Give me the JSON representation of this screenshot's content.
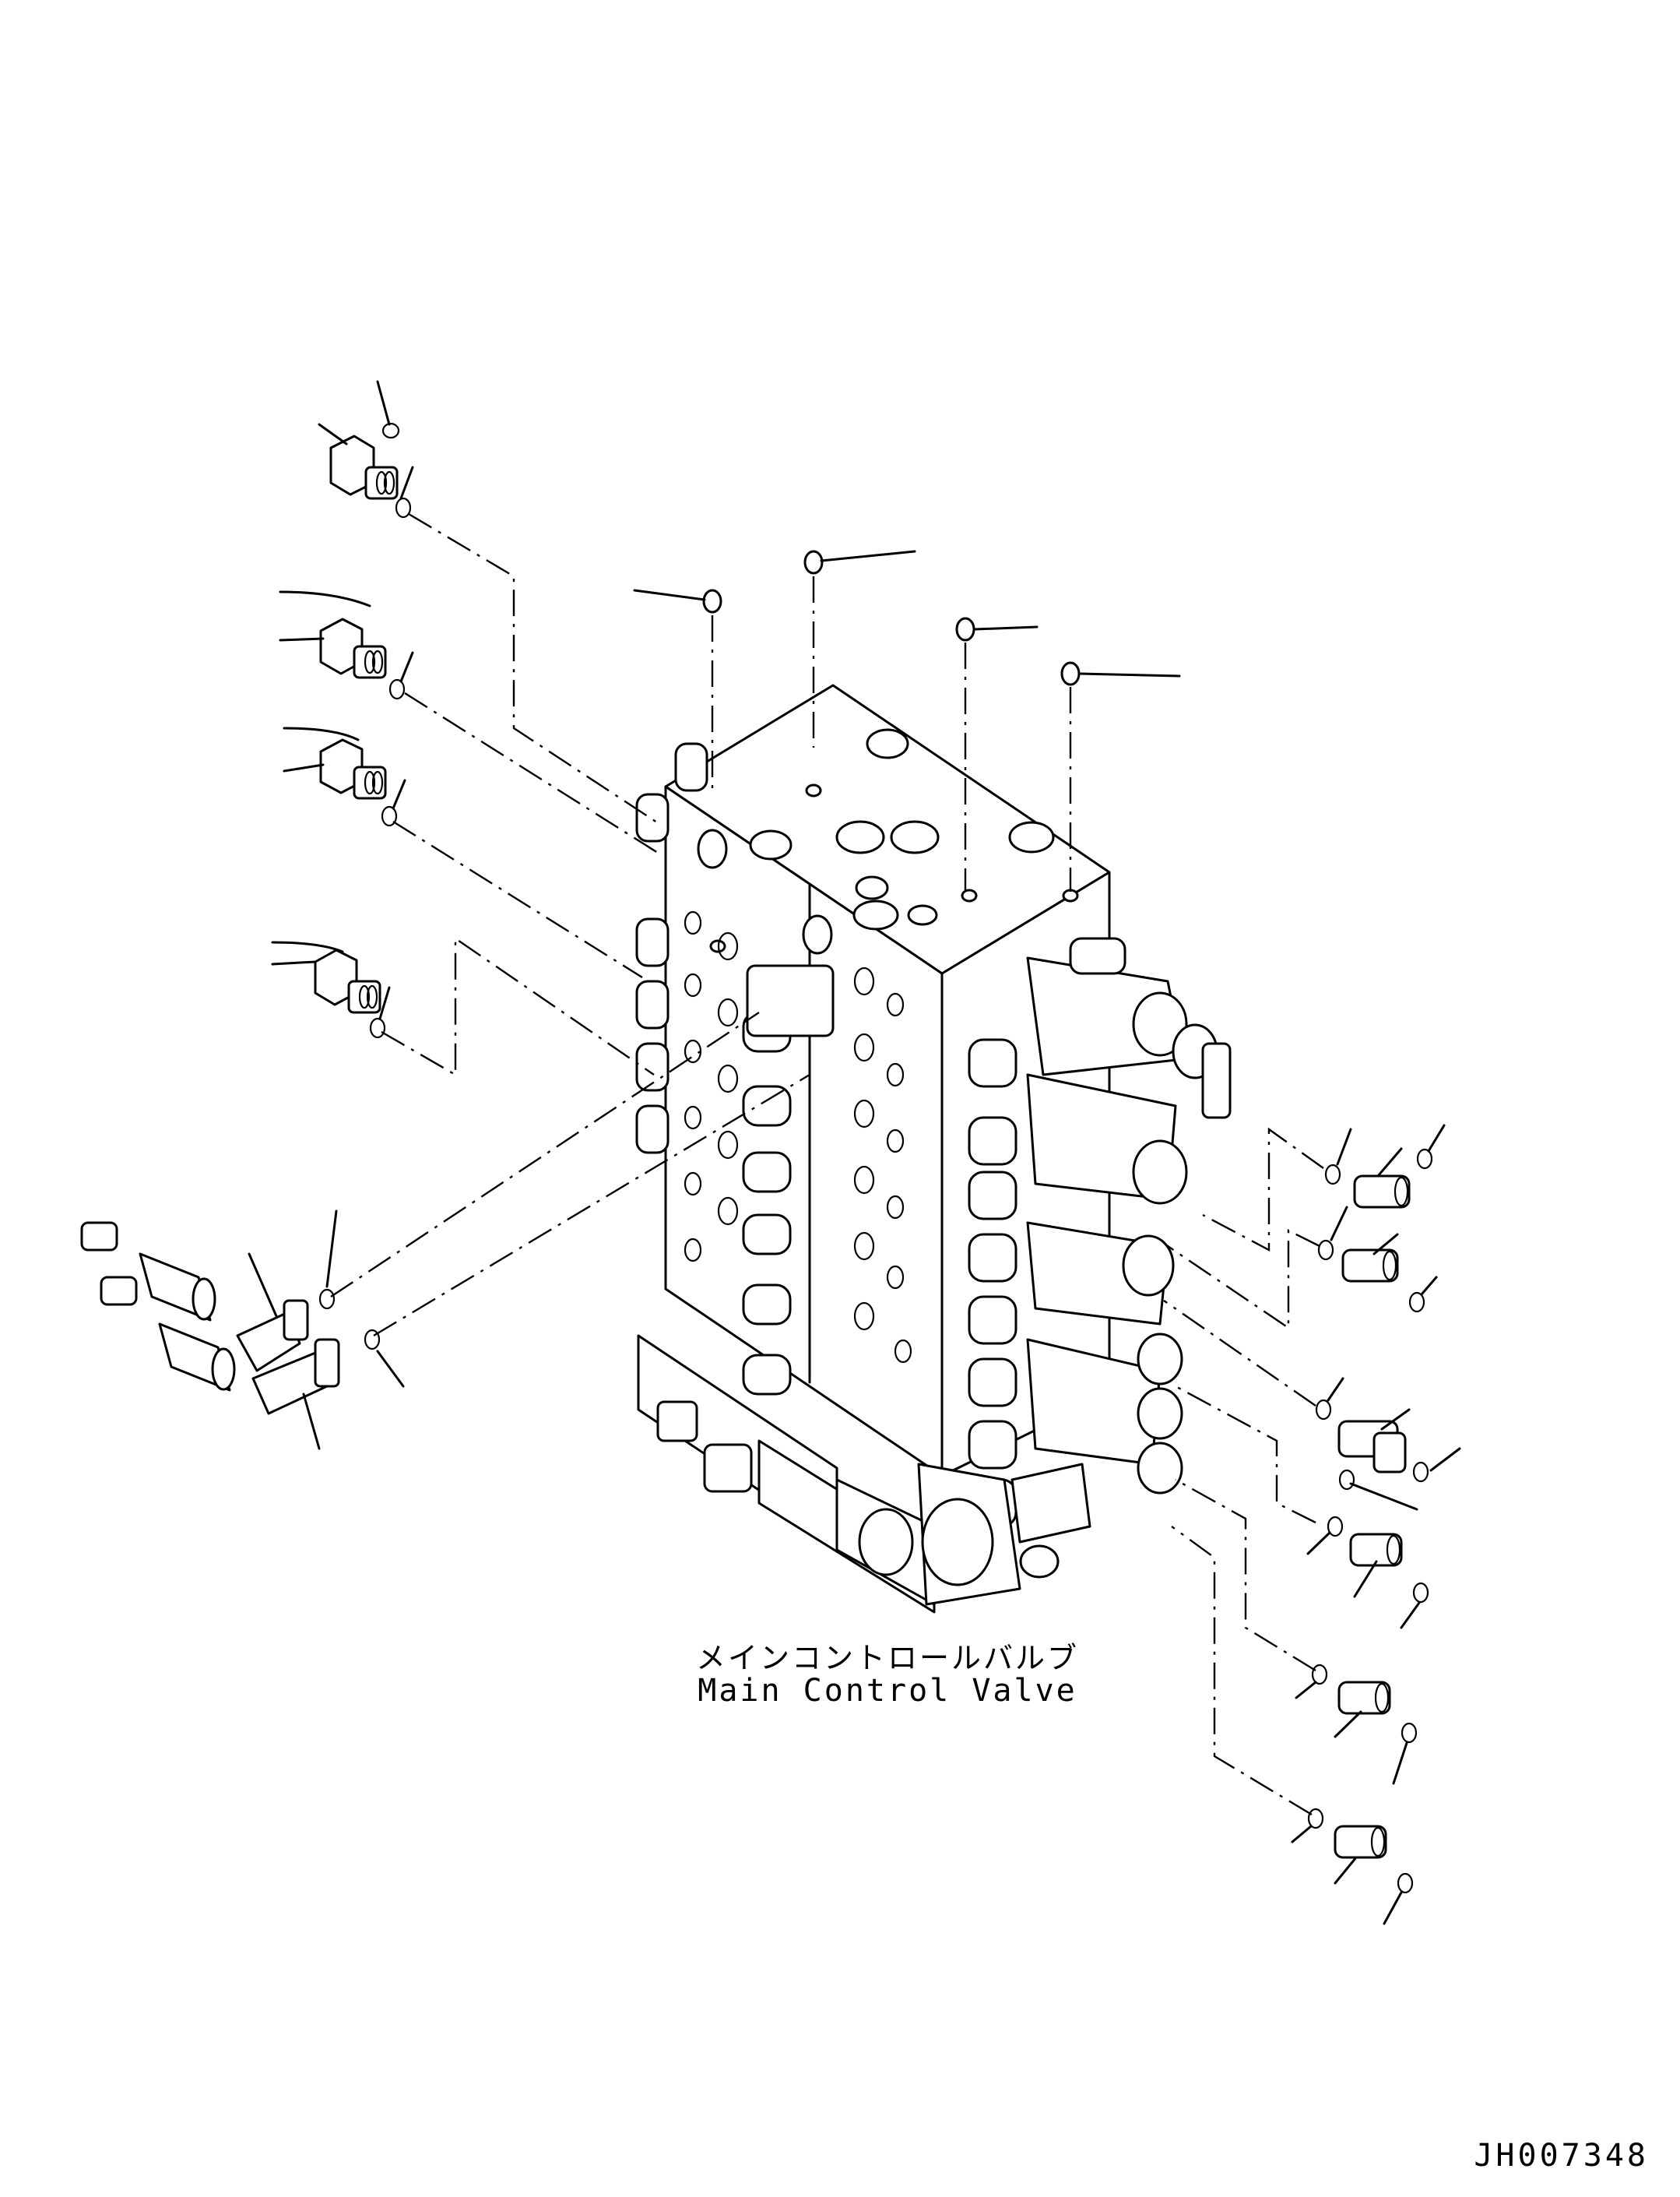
{
  "diagram": {
    "caption_ja": "メインコントロールバルブ",
    "caption_en": "Main Control Valve",
    "drawing_id": "JH007348"
  }
}
